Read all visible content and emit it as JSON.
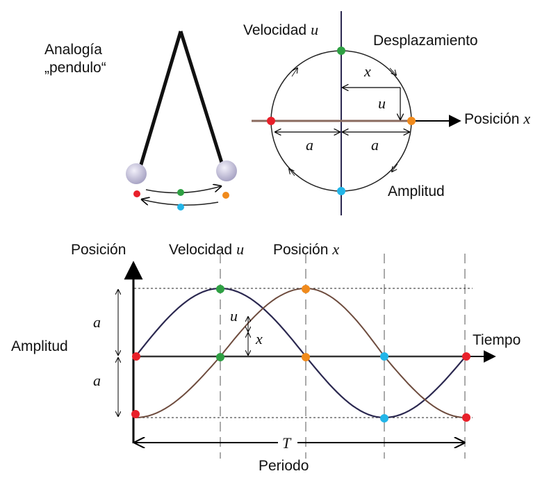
{
  "pendulum": {
    "title_line1": "Analogía",
    "title_line2": "„pendulo“"
  },
  "circle": {
    "velocity_label": "Velocidad",
    "velocity_symbol": "u",
    "displacement_label": "Desplazamiento",
    "position_label": "Posición",
    "position_symbol": "x",
    "amplitude_label": "Amplitud",
    "x_symbol": "x",
    "u_symbol": "u",
    "a_left": "a",
    "a_right": "a"
  },
  "graph": {
    "y_axis_label": "Posición",
    "velocity_label": "Velocidad",
    "velocity_symbol": "u",
    "position_label": "Posición",
    "position_symbol": "x",
    "time_label": "Tiempo",
    "amplitude_label": "Amplitud",
    "a_upper": "a",
    "a_lower": "a",
    "u_symbol": "u",
    "x_symbol": "x",
    "period_symbol": "T",
    "period_label": "Periodo"
  },
  "colors": {
    "red": "#e8202a",
    "green": "#2ea043",
    "orange": "#f08a1c",
    "cyan": "#22b5e8",
    "velocity_curve": "#2b2850",
    "position_curve": "#6e4c3e",
    "axis_brown": "#8a6a5e"
  }
}
